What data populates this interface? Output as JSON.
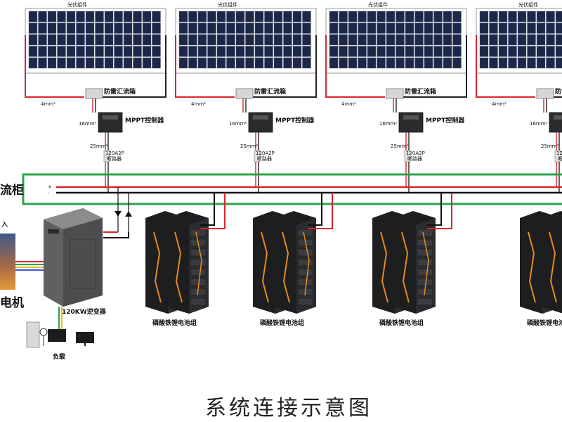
{
  "solar_group": {
    "panel_label": "光伏组件",
    "combiner_label": "防雷汇流箱",
    "cable_pv": "4mm²",
    "cable_ctrl": "16mm²",
    "cable_out": "25mm²",
    "mppt_label": "MPPT控制器",
    "breaker_label": "120A2P",
    "breaker_sub": "断路器"
  },
  "bus_cabinet_label": "流柜",
  "bus_plus": "+",
  "bus_minus": "-",
  "inverter_label": "120KW逆变器",
  "load_label": "负载",
  "battery_label": "磷酸铁锂电池组",
  "generator_label": "电机",
  "input_label": "入",
  "diagram_title": "系统连接示意图",
  "colors": {
    "red": "#d9262b",
    "green": "#2ea34a",
    "black": "#111111",
    "panel": "#1d2748",
    "cabinet": "#6b6d6e"
  }
}
